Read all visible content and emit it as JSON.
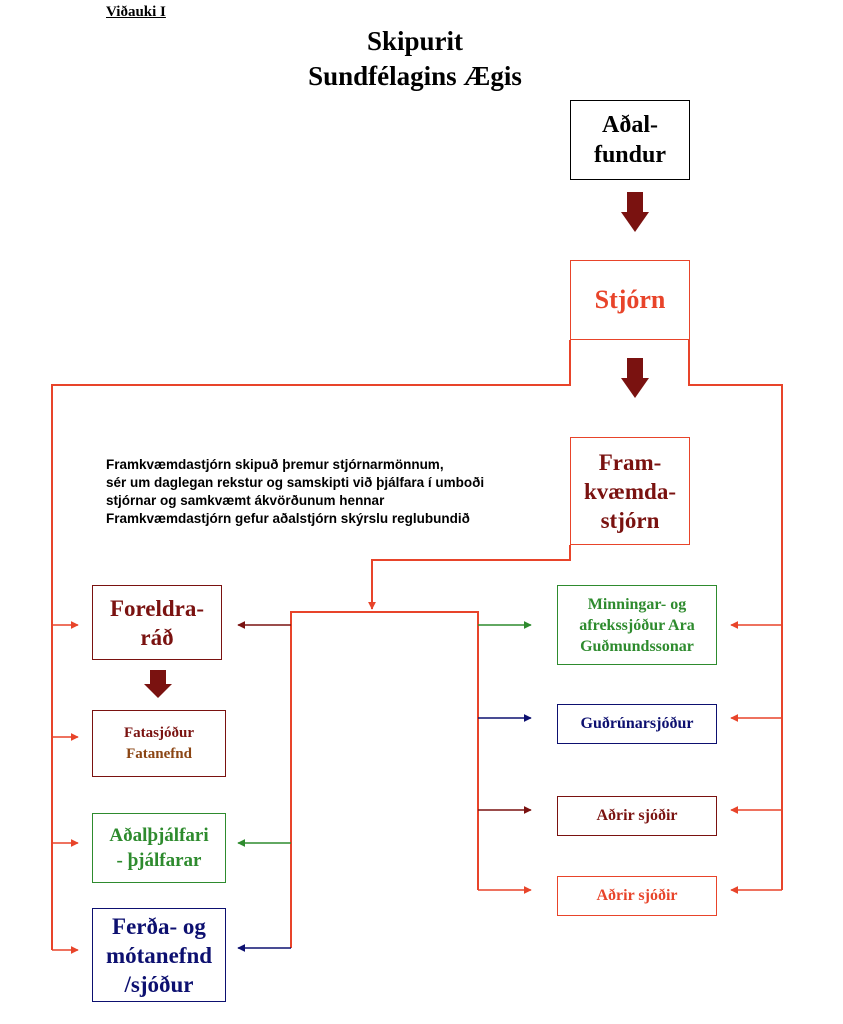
{
  "appendix_label": "Viðauki I",
  "title": {
    "line1": "Skipurit",
    "line2": "Sundfélagins Ægis"
  },
  "boxes": {
    "adalfundur": {
      "line1": "Aðal-",
      "line2": "fundur"
    },
    "stjorn": {
      "label": "Stjórn"
    },
    "framkvaemdastjorn": {
      "line1": "Fram-",
      "line2": "kvæmda-",
      "line3": "stjórn"
    },
    "foreldrarad": {
      "line1": "Foreldra-",
      "line2": "ráð"
    },
    "fatasjodur": {
      "line1": "Fatasjóður",
      "line2": "Fatanefnd"
    },
    "adalthjalfari": {
      "line1": "Aðalþjálfari",
      "line2": "- þjálfarar"
    },
    "ferdanefnd": {
      "line1": "Ferða- og",
      "line2": "mótanefnd",
      "line3": "/sjóður"
    },
    "minningarsjodur": {
      "line1": "Minningar- og",
      "line2": "afrekssjóður Ara",
      "line3": "Guðmundssonar"
    },
    "gudrunarsjodur": {
      "label": "Guðrúnarsjóður"
    },
    "adrir_sjodir_1": {
      "label": "Aðrir sjóðir"
    },
    "adrir_sjodir_2": {
      "label": "Aðrir sjóðir"
    }
  },
  "note": {
    "line1": "Framkvæmdastjórn skipuð þremur stjórnarmönnum,",
    "line2": "sér um daglegan rekstur og samskipti við þjálfara í umboði",
    "line3": "stjórnar og samkvæmt ákvörðunum hennar",
    "line4": "Framkvæmdastjórn gefur aðalstjórn skýrslu reglubundið"
  },
  "colors": {
    "red": "#e8442a",
    "dark_red": "#7a1210",
    "green": "#2e8b2e",
    "navy": "#0d1070",
    "brown": "#8b4513"
  }
}
